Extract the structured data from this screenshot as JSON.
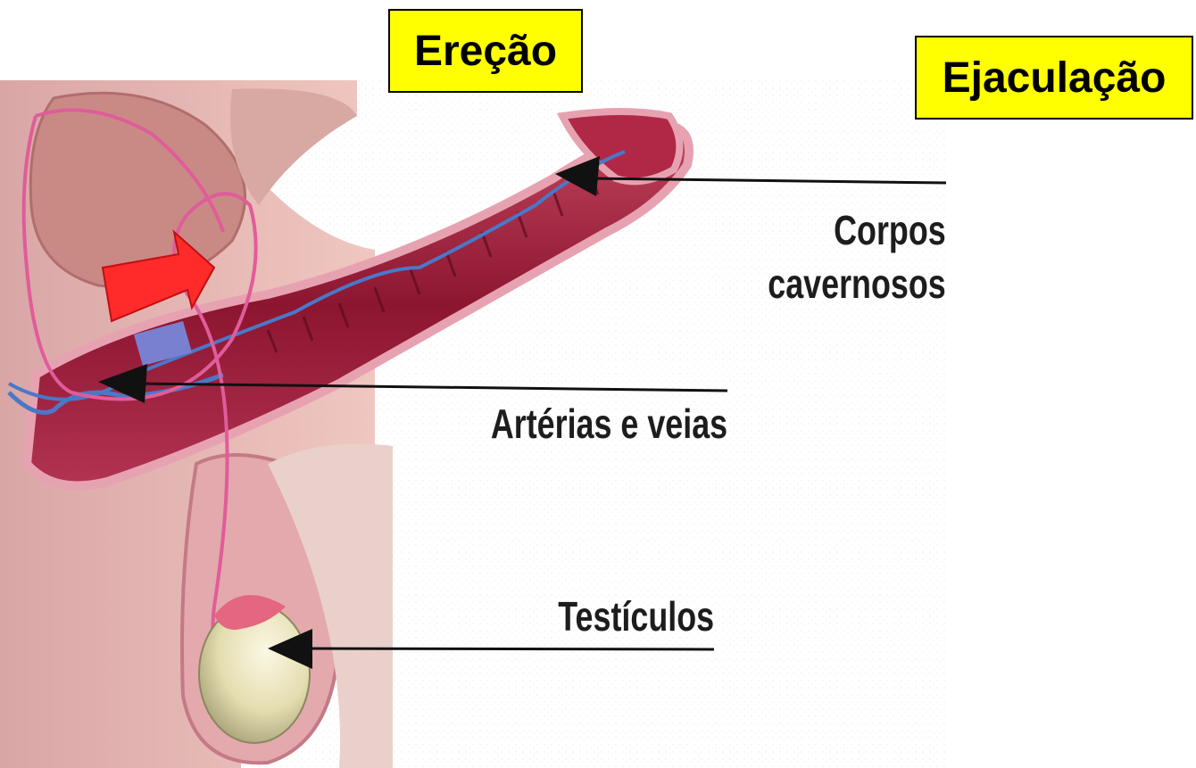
{
  "titles": {
    "erecao": "Ereção",
    "ejaculacao": "Ejaculação"
  },
  "labels": {
    "corpos_line1": "Corpos",
    "corpos_line2": "cavernosos",
    "arterias": "Artérias e veias",
    "testiculos": "Testículos"
  },
  "colors": {
    "title_background": "#ffff00",
    "tissue": "#a01f3d",
    "tissue_light": "#d87a90",
    "skin": "#e8b4b0",
    "vein": "#4a78c8",
    "arrow_red": "#ff2a2a",
    "arrow_blue": "#7a80d0",
    "testicle": "#e8e2b8"
  }
}
